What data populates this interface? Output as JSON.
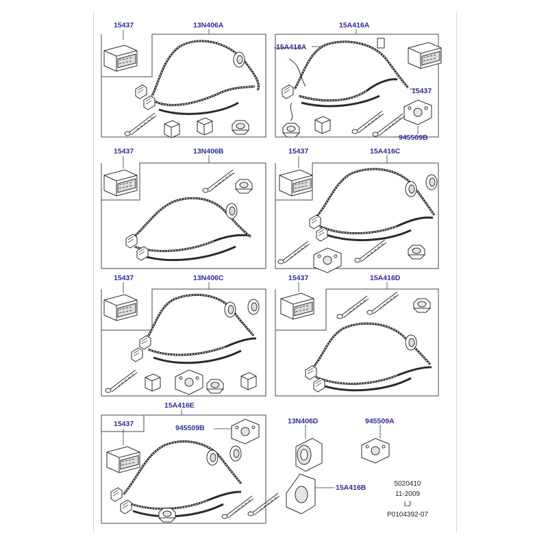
{
  "colors": {
    "label": "#2b2b9c",
    "line": "#2a2a2a",
    "frame": "#444444"
  },
  "panels": [
    {
      "id": "p1",
      "kit": "13N406A",
      "module": "15437"
    },
    {
      "id": "p2",
      "kit": "15A416A",
      "extra": "15A418A",
      "module": "15437",
      "bracket": "945509B"
    },
    {
      "id": "p3",
      "kit": "13N406B",
      "module": "15437"
    },
    {
      "id": "p4",
      "kit": "15A416C",
      "module": "15437"
    },
    {
      "id": "p5",
      "kit": "13N406C",
      "module": "15437"
    },
    {
      "id": "p6",
      "kit": "15A416D",
      "module": "15437"
    },
    {
      "id": "p7",
      "kit": "15A416E",
      "module": "15437",
      "bracket": "945509B"
    }
  ],
  "loose_parts": {
    "socket": "13N406D",
    "plate": "945509A",
    "socket2": "15A416B"
  },
  "reference": {
    "code": "5020410",
    "date": "11-2009",
    "initials": "LJ",
    "drawing": "P0104392-07"
  }
}
